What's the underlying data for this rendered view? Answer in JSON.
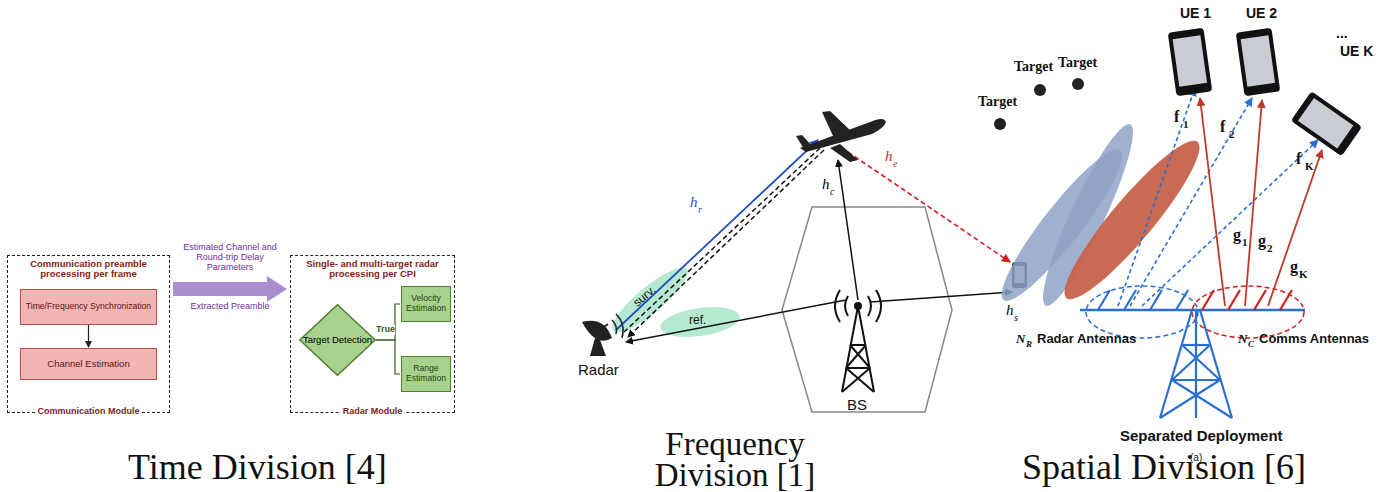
{
  "diagram": {
    "nodes": [
      {
        "text": [
          "Communication preamble processing per frame",
          "Communication Module"
        ]
      },
      {
        "text": [
          "Time/Frequency Synchronization"
        ],
        "in": 0
      },
      {
        "text": [
          "Channel Estimation"
        ],
        "in": 0
      },
      {
        "text": [
          "Single- and multi-target radar processing per CPI",
          "Radar Module"
        ]
      },
      {
        "text": [
          "Target Detection"
        ],
        "in": 3
      },
      {
        "text": [
          "Velocity Estimation"
        ],
        "in": 3
      },
      {
        "text": [
          "Range Estimation"
        ],
        "in": 3
      }
    ],
    "edges": [
      {
        "from": 1,
        "to": 2,
        "arrow": "to"
      },
      {
        "from": 0,
        "to": 3,
        "arrow": "to",
        "label": "Estimated Channel and Round-trip Delay Parameters"
      },
      {
        "from": 4,
        "to": 5,
        "arrow": "none"
      },
      {
        "from": 4,
        "to": 6,
        "arrow": "none"
      }
    ],
    "labels": [
      "Extracted Preamble",
      "True",
      "Radar",
      "BS",
      "surv.",
      "ref.",
      "h",
      "r",
      "h",
      "c",
      "h",
      "e",
      "h",
      "s",
      "Target",
      "Target",
      "Target",
      "UE 1",
      "UE 2",
      "...",
      "UE K",
      "f",
      "1",
      "f",
      "2",
      "f",
      "K",
      "g",
      "1",
      "g",
      "2",
      "g",
      "K",
      "N",
      "R",
      "Radar Antennas",
      "N",
      "C",
      "Comms Antennas",
      "Separated Deployment",
      "(a)",
      "Time Division [4]",
      "Frequency Division [1]",
      "Spatial Division [6]"
    ]
  }
}
